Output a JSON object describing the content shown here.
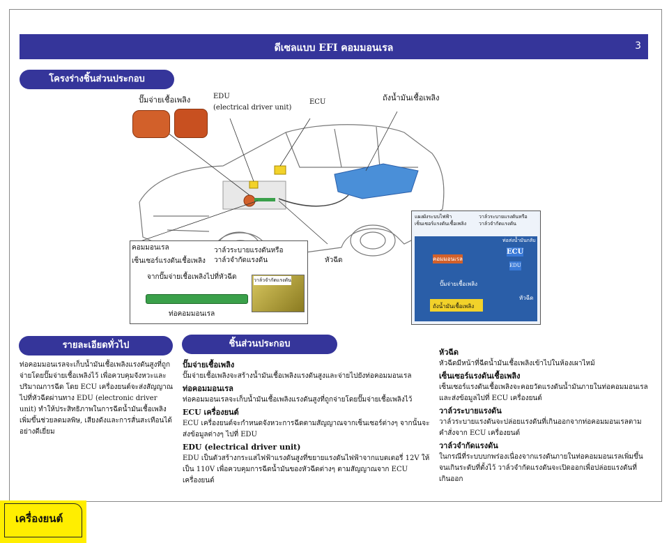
{
  "header": {
    "title": "ดีเซลแบบ EFI คอมมอนเรล",
    "page_number": "3"
  },
  "section_structure": "โครงร่างชิ้นส่วนประกอบ",
  "section_general": "รายละเอียดทั่วไป",
  "section_components": "ชิ้นส่วนประกอบ",
  "diagram": {
    "pump": "ปั๊มจ่ายเชื้อเพลิง",
    "edu_line1": "EDU",
    "edu_line2": "(electrical driver unit)",
    "ecu": "ECU",
    "tank": "ถังน้ำมันเชื้อเพลิง",
    "injector": "หัวฉีด",
    "commonrail": "คอมมอนเรล",
    "pressure_sensor": "เซ็นเซอร์แรงดันเชื้อเพลิง",
    "relief_valve_1": "วาล์วระบายแรงดันหรือ",
    "relief_valve_2": "วาล์วจำกัดแรงดัน",
    "from_pump": "จากปั๊มจ่ายเชื้อเพลิงไปที่หัวฉีด",
    "commonrail_pipe": "ท่อคอมมอนเรล",
    "limiter_small": "วาล์วจำกัดแรงดัน",
    "schem_sensor": "เซ็นเซอร์แรงดันเชื้อเพลิง",
    "schem_line": "แผงผังระบบไฟฟ้า",
    "schem_relief": "วาล์วระบายแรงดันหรือ",
    "schem_relief2": "วาล์วจำกัดแรงดัน",
    "schem_rail": "คอมมอนเรล",
    "schem_pump": "ปั๊มจ่ายเชื้อเพลิง",
    "schem_tank": "ถังน้ำมันเชื้อเพลิง",
    "schem_ecu": "ECU",
    "schem_edu": "EDU",
    "schem_injector": "หัวฉีด",
    "schem_return": "ท่อส่งน้ำมันกลับ"
  },
  "general_text": "ท่อคอมมอนเรลจะเก็บน้ำมันเชื้อเพลิงแรงดันสูงที่ถูกจ่ายโดยปั๊มจ่ายเชื้อเพลิงไว้ เพื่อควบคุมจังหวะและปริมาณการฉีด โดย ECU เครื่องยนต์จะส่งสัญญาณไปที่หัวฉีดผ่านทาง EDU (electronic driver unit) ทำให้ประสิทธิภาพในการฉีดน้ำมันเชื้อเพลิงเพิ่มขึ้นช่วยลดมลพิษ, เสียงดังและการสั่นสะเทือนได้อย่างดีเยี่ยม",
  "components_left": [
    {
      "title": "ปั๊มจ่ายเชื้อเพลิง",
      "text": "ปั๊มจ่ายเชื้อเพลิงจะสร้างน้ำมันเชื้อเพลิงแรงดันสูงและจ่ายไปยังท่อคอมมอนเรล"
    },
    {
      "title": "ท่อคอมมอนเรล",
      "text": "ท่อคอมมอนเรลจะเก็บน้ำมันเชื้อเพลิงแรงดันสูงที่ถูกจ่ายโดยปั๊มจ่ายเชื้อเพลิงไว้"
    },
    {
      "title": "ECU เครื่องยนต์",
      "text": "ECU เครื่องยนต์จะกำหนดจังหวะการฉีดตามสัญญาณจากเซ็นเซอร์ต่างๆ จากนั้นจะส่งข้อมูลต่างๆ ไปที่ EDU"
    },
    {
      "title": "EDU (electrical driver unit)",
      "text": "EDU เป็นตัวสร้างกระแสไฟฟ้าแรงดันสูงที่ขยายแรงดันไฟฟ้าจากแบตเตอรี่ 12V ให้เป็น 110V เพื่อควบคุมการฉีดน้ำมันของหัวฉีดต่างๆ ตามสัญญาณจาก ECU เครื่องยนต์"
    }
  ],
  "components_right": [
    {
      "title": "หัวฉีด",
      "text": "หัวฉีดมีหน้าที่ฉีดน้ำมันเชื้อเพลิงเข้าไปในห้องเผาไหม้"
    },
    {
      "title": "เซ็นเซอร์แรงดันเชื้อเพลิง",
      "text": "เซ็นเซอร์แรงดันเชื้อเพลิงจะคอยวัดแรงดันน้ำมันภายในท่อคอมมอนเรลและส่งข้อมูลไปที่ ECU เครื่องยนต์"
    },
    {
      "title": "วาล์วระบายแรงดัน",
      "text": "วาล์วระบายแรงดันจะปล่อยแรงดันที่เกินออกจากท่อคอมมอนเรลตามคำสั่งจาก ECU เครื่องยนต์"
    },
    {
      "title": "วาล์วจำกัดแรงดัน",
      "text": "ในกรณีที่ระบบบกพร่องเนื่องจากแรงดันภายในท่อคอมมอนเรลเพิ่มขึ้นจนเกินระดับที่ตั้งไว้ วาล์วจำกัดแรงดันจะเปิดออกเพื่อปล่อยแรงดันที่เกินออก"
    }
  ],
  "footer": {
    "tab_label": "เครื่องยนต์"
  },
  "colors": {
    "header_bg": "#35359a",
    "footer_tab": "#ffee00"
  }
}
